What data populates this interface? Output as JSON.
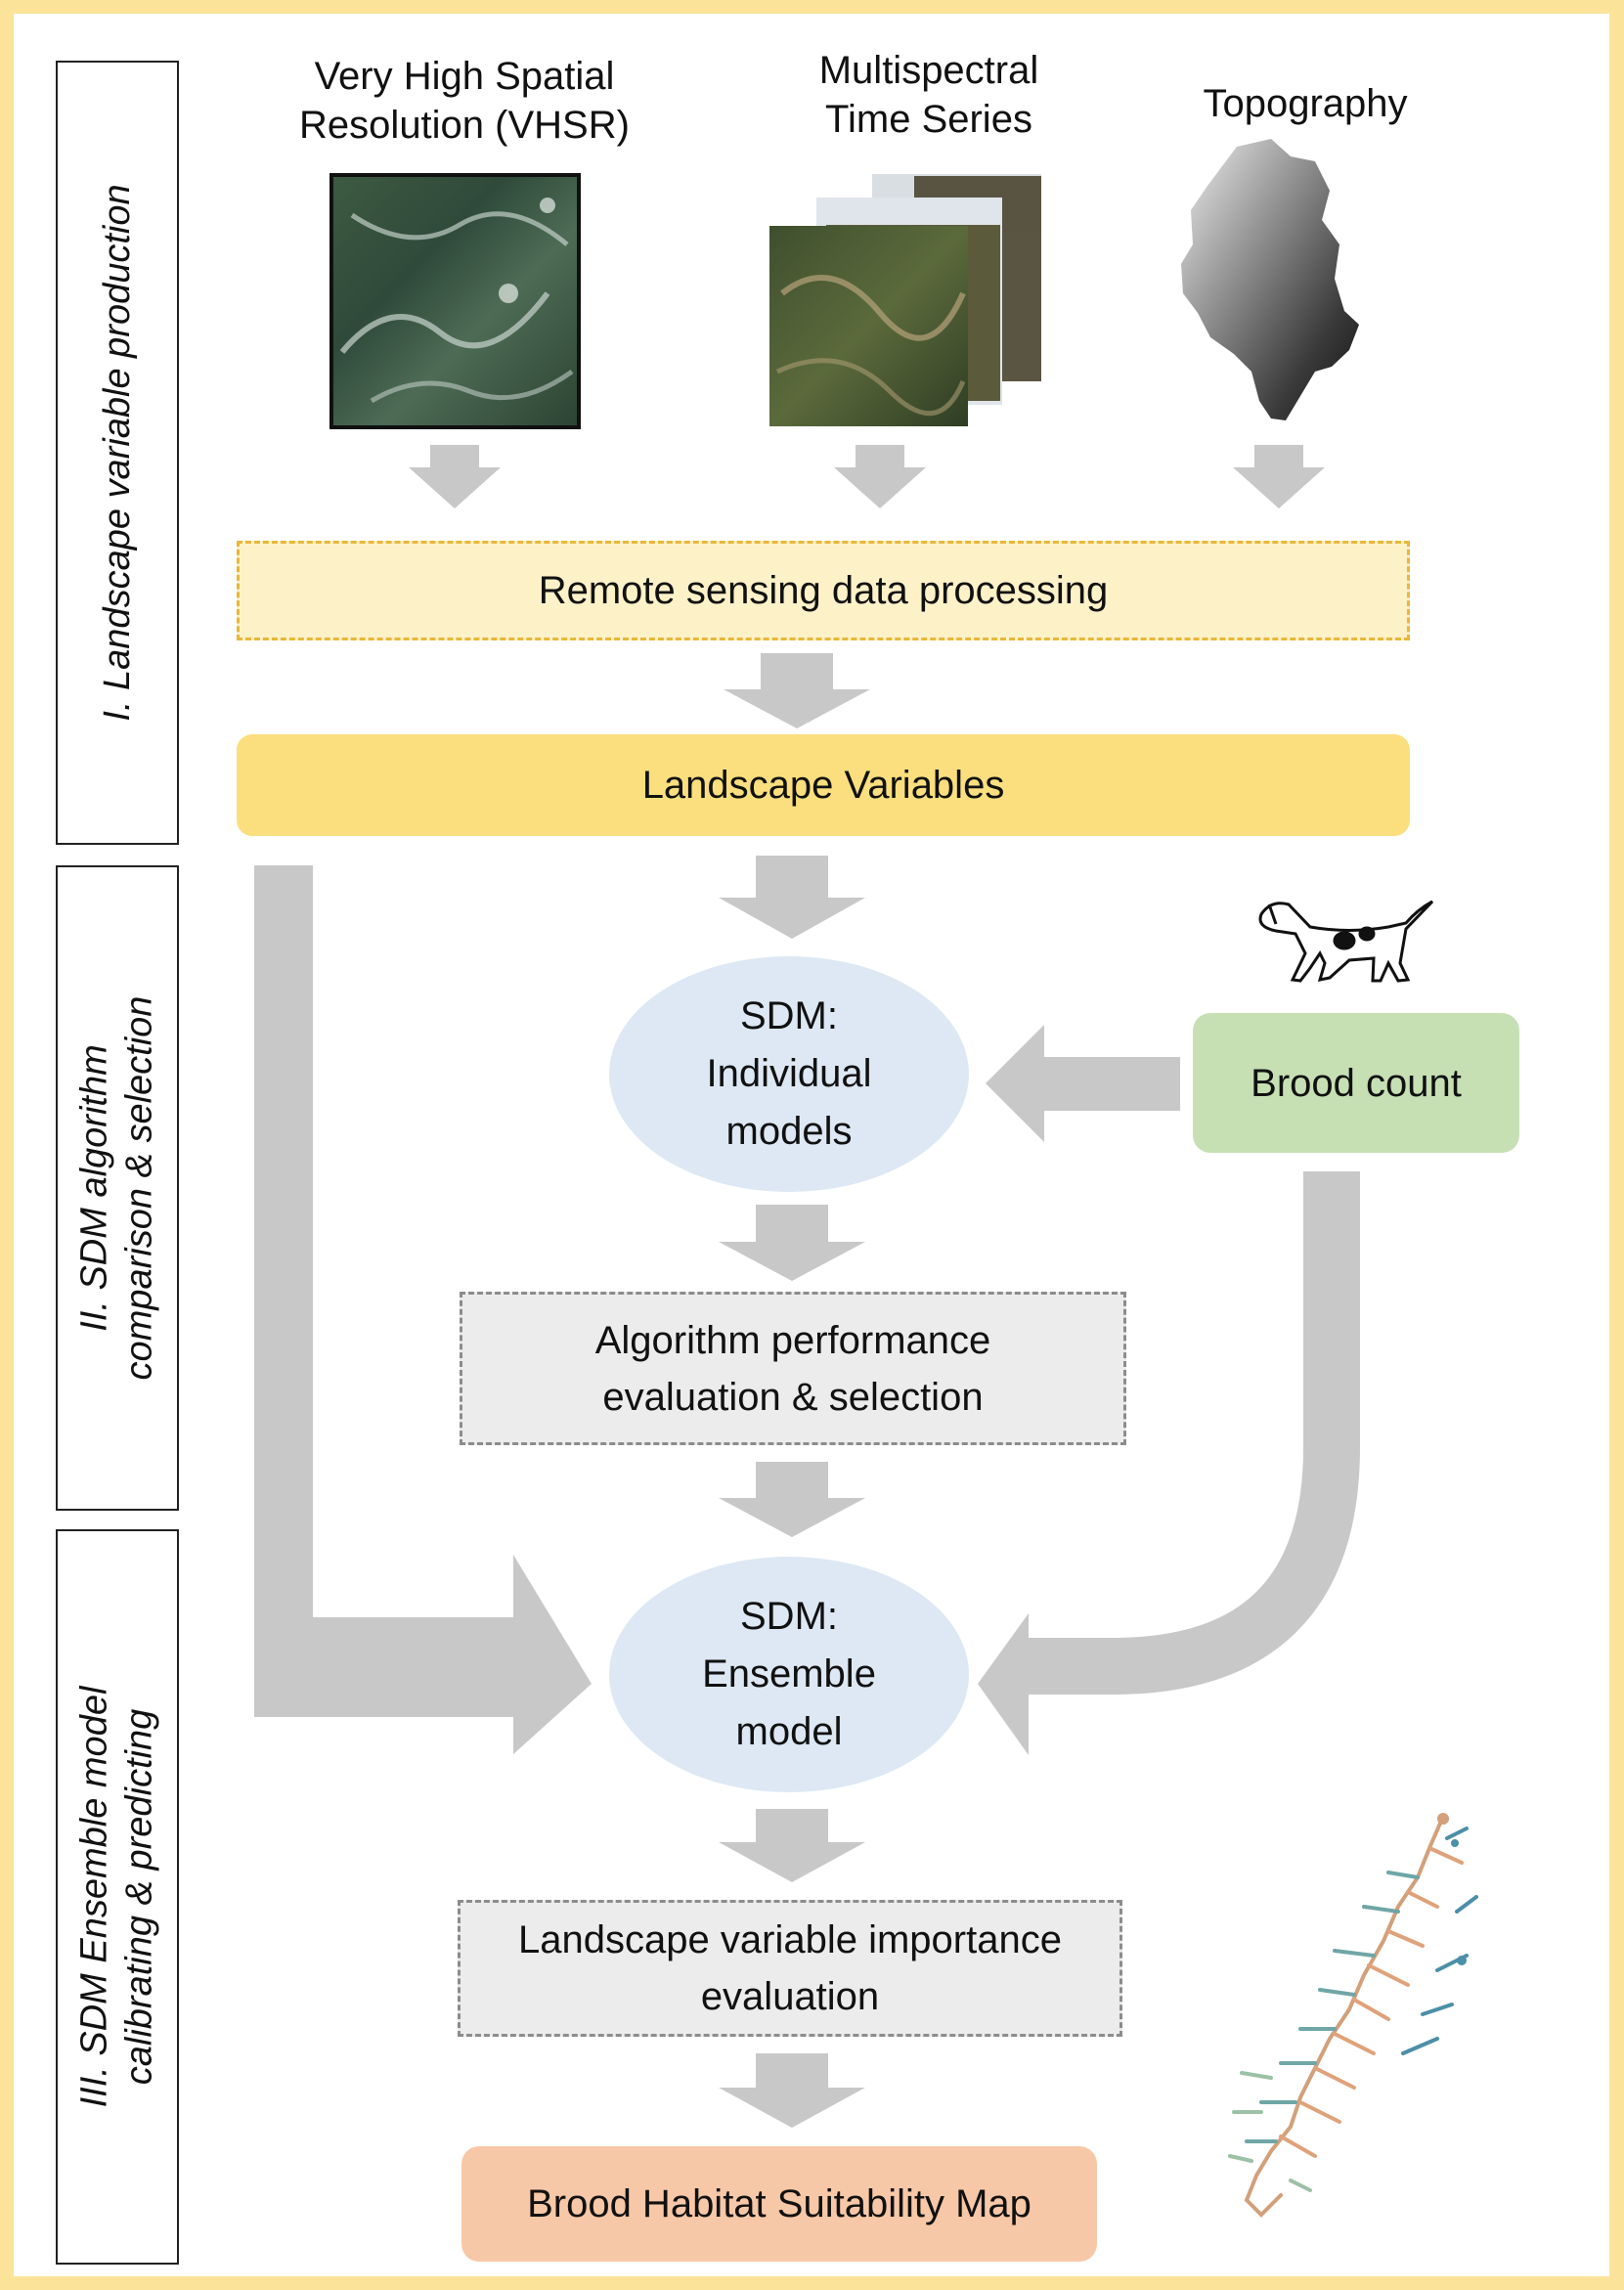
{
  "colors": {
    "background_border": "#fbe49a",
    "arrow": "#c8c8c8",
    "remote_sensing_box": "#fdf1c8",
    "remote_sensing_border": "#e8b83a",
    "landscape_variables_box": "#fbdf7e",
    "sdm_ellipse": "#dde8f4",
    "brood_count_box": "#c6e0b4",
    "evaluation_box": "#ececec",
    "evaluation_border": "#8c8c8c",
    "suitability_map_box": "#f7c8a7",
    "section_frame": "#222222"
  },
  "sections": [
    {
      "label": "I. Landscape  variable production"
    },
    {
      "label": "II. SDM algorithm\ncomparison & selection"
    },
    {
      "label": "III. SDM Ensemble model\ncalibrating & predicting"
    }
  ],
  "inputs": {
    "vhsr": {
      "label": "Very High Spatial\nResolution (VHSR)",
      "icon": "satellite-image-icon"
    },
    "multispectral": {
      "label": "Multispectral\nTime Series",
      "icon": "image-stack-icon"
    },
    "topography": {
      "label": "Topography",
      "icon": "elevation-map-icon"
    }
  },
  "steps": {
    "remote_sensing": "Remote sensing data processing",
    "landscape_variables": "Landscape Variables",
    "sdm_individual": "SDM:\nIndividual\nmodels",
    "brood_count": "Brood count",
    "algorithm_evaluation": "Algorithm performance\nevaluation & selection",
    "sdm_ensemble": "SDM:\nEnsemble\nmodel",
    "variable_importance": "Landscape variable importance\nevaluation",
    "suitability_map": "Brood Habitat Suitability Map"
  },
  "illustrations": {
    "dog": "pointer-dog-icon",
    "map": "suitability-map-icon"
  }
}
